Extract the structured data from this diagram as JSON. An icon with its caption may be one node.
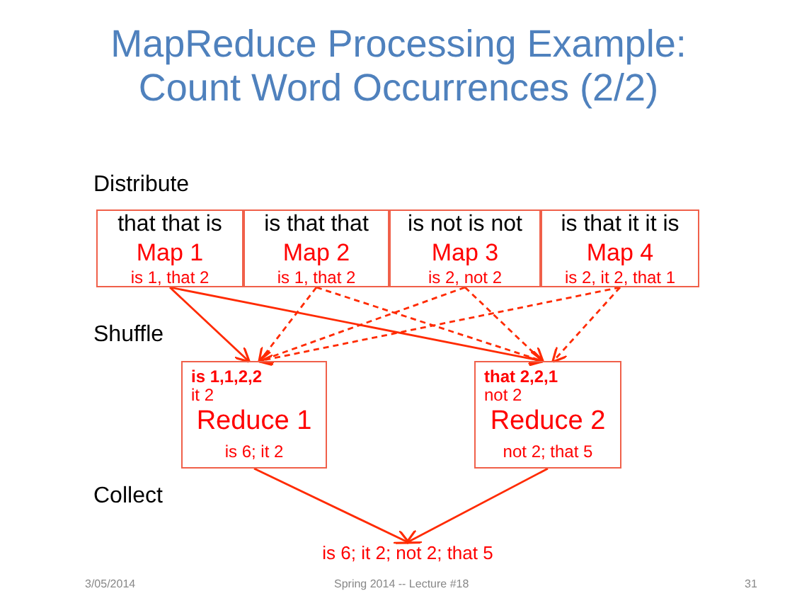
{
  "diagram": {
    "title": "MapReduce Processing Example: Count Word Occurrences (2/2)",
    "nodes": [
      {
        "text": [
          "that that is",
          "Map 1",
          "is 1, that 2"
        ]
      },
      {
        "text": [
          "is that that",
          "Map 2",
          "is 1, that 2"
        ]
      },
      {
        "text": [
          "is not is not",
          "Map 3",
          "is 2, not 2"
        ]
      },
      {
        "text": [
          "is that it it is",
          "Map 4",
          "is 2, it 2, that 1"
        ]
      },
      {
        "text": [
          "is 1,1,2,2",
          "it 2",
          "Reduce 1",
          "is 6; it 2"
        ]
      },
      {
        "text": [
          "that 2,2,1",
          "not 2",
          "Reduce 2",
          "not 2; that 5"
        ]
      },
      {
        "text": [
          "is 6; it 2; not 2; that 5"
        ]
      }
    ],
    "edges": [
      {
        "from": 0,
        "to": 4,
        "arrow": "to"
      },
      {
        "from": 0,
        "to": 5,
        "arrow": "to"
      },
      {
        "from": 1,
        "to": 4,
        "arrow": "to",
        "style": "dashed"
      },
      {
        "from": 1,
        "to": 5,
        "arrow": "to",
        "style": "dashed"
      },
      {
        "from": 2,
        "to": 4,
        "arrow": "to",
        "style": "dashed"
      },
      {
        "from": 2,
        "to": 5,
        "arrow": "to",
        "style": "dashed"
      },
      {
        "from": 3,
        "to": 4,
        "arrow": "to",
        "style": "dashed"
      },
      {
        "from": 3,
        "to": 5,
        "arrow": "to",
        "style": "dashed"
      },
      {
        "from": 4,
        "to": 6,
        "arrow": "to"
      },
      {
        "from": 5,
        "to": 6,
        "arrow": "to"
      }
    ],
    "labels": [
      "Distribute",
      "Shuffle",
      "Collect",
      "3/05/2014",
      "Spring 2014 -- Lecture #18",
      "31"
    ]
  }
}
